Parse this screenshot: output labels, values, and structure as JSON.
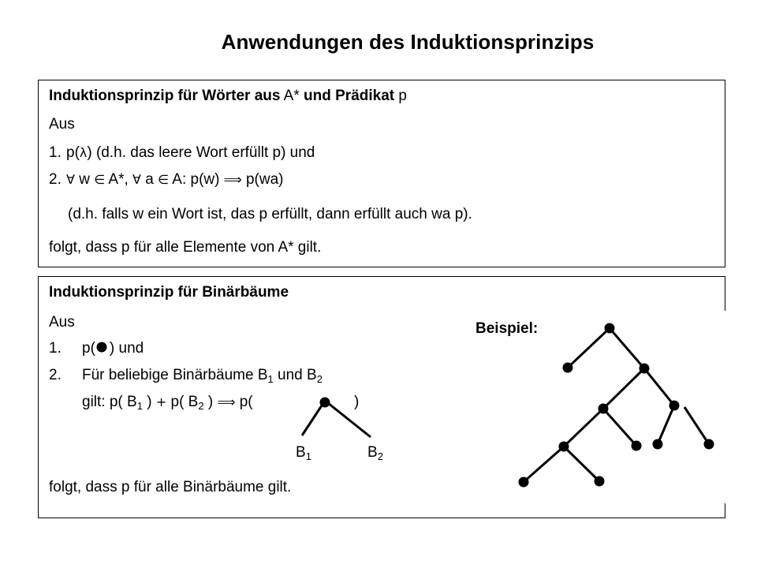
{
  "title": "Anwendungen des Induktionsprinzips",
  "box1": {
    "heading_bold_1": "Induktionsprinzip für Wörter aus",
    "heading_plain_1": " A* ",
    "heading_bold_2": " und Prädikat",
    "heading_plain_2": " p",
    "aus": "Aus",
    "item1_num": "1.",
    "item1_pre": "p(",
    "item1_lambda": "λ",
    "item1_post": ")   (d.h. das leere Wort erfüllt p) und",
    "item2_num": "2.",
    "item2_forall1": "∀",
    "item2_w": " w ",
    "item2_in1": "∈",
    "item2_astar": " A*,  ",
    "item2_forall2": "∀",
    "item2_a": " a ",
    "item2_in2": "∈",
    "item2_rest": " A:  p(w)  ",
    "item2_implies": "⟹",
    "item2_end": "  p(wa)",
    "explain": "(d.h. falls w ein Wort ist, das p erfüllt, dann erfüllt auch wa p).",
    "conclusion": "folgt, dass  p  für alle Elemente von  A*  gilt."
  },
  "box2": {
    "heading": "Induktionsprinzip für Binärbäume",
    "aus": "Aus",
    "item1_num": "1.",
    "item1_pre": "p(",
    "item1_post": ")   und",
    "item2_num": "2.",
    "item2_text": "Für beliebige Binärbäume  B",
    "item2_sub1": "1",
    "item2_und": " und B",
    "item2_sub2": "2",
    "gilt_pre": "gilt:  p( B",
    "gilt_sub1": "1",
    "gilt_mid1": " )  ",
    "gilt_plus": "+",
    "gilt_mid2": " p( B",
    "gilt_sub2": "2",
    "gilt_mid3": " )  ",
    "gilt_implies": "⟹",
    "gilt_p": "  p(",
    "gilt_close": ")",
    "b1_letter": "B",
    "b1_sub": "1",
    "b2_letter": "B",
    "b2_sub": "2",
    "conclusion": "folgt, dass  p  für alle Binärbäume gilt.",
    "beispiel": "Beispiel:"
  }
}
